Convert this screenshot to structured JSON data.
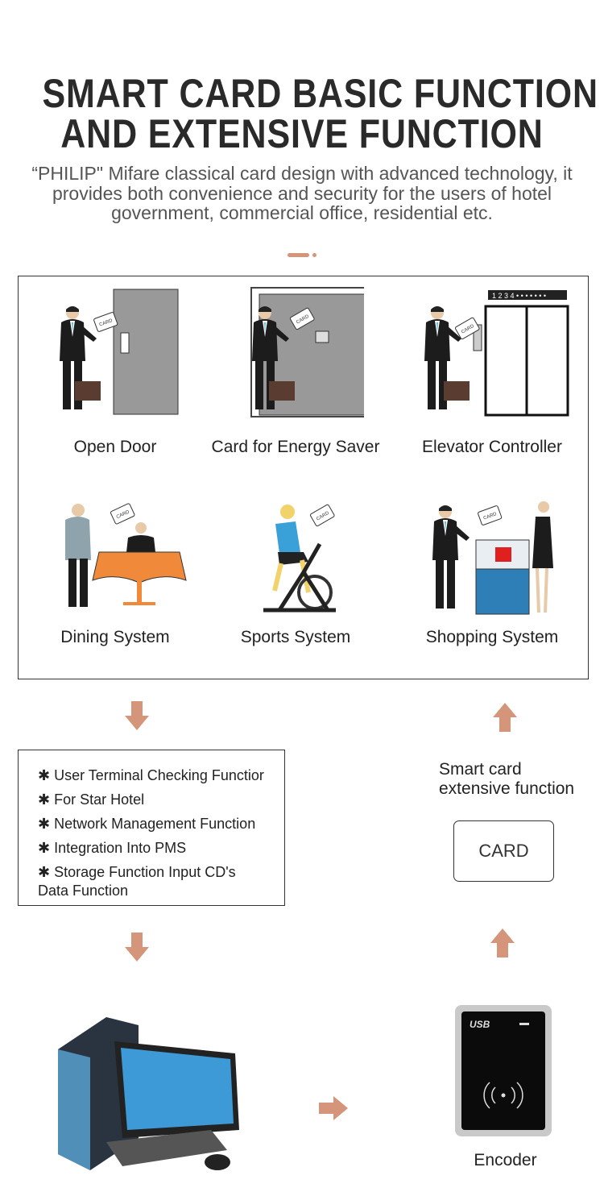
{
  "title": {
    "line1": "SMART CARD BASIC FUNCTION",
    "line2": "AND EXTENSIVE FUNCTION"
  },
  "subtitle": "“PHILIP\" Mifare classical card design with advanced technology, it provides both convenience and security for the users of hotel government, commercial office, residential etc.",
  "card_tag": "CARD",
  "elevator_display": "1 2 3 4 • • • • • • •",
  "functions": [
    {
      "label": "Open Door"
    },
    {
      "label": "Card for Energy Saver"
    },
    {
      "label": "Elevator Controller"
    },
    {
      "label": "Dining System"
    },
    {
      "label": "Sports System"
    },
    {
      "label": "Shopping System"
    }
  ],
  "basic_list": [
    "✱ User Terminal Checking Functior",
    "✱  For Star Hotel",
    "✱  Network Management Function",
    "✱  Integration Into PMS",
    "✱  Storage Function Input CD's Data Function"
  ],
  "extensive": {
    "line1": "Smart card",
    "line2": "extensive function"
  },
  "card_box": "CARD",
  "encoder": {
    "label": "Encoder",
    "brand": "USB"
  },
  "colors": {
    "accent": "#d4957a",
    "text": "#2a2a2a"
  }
}
